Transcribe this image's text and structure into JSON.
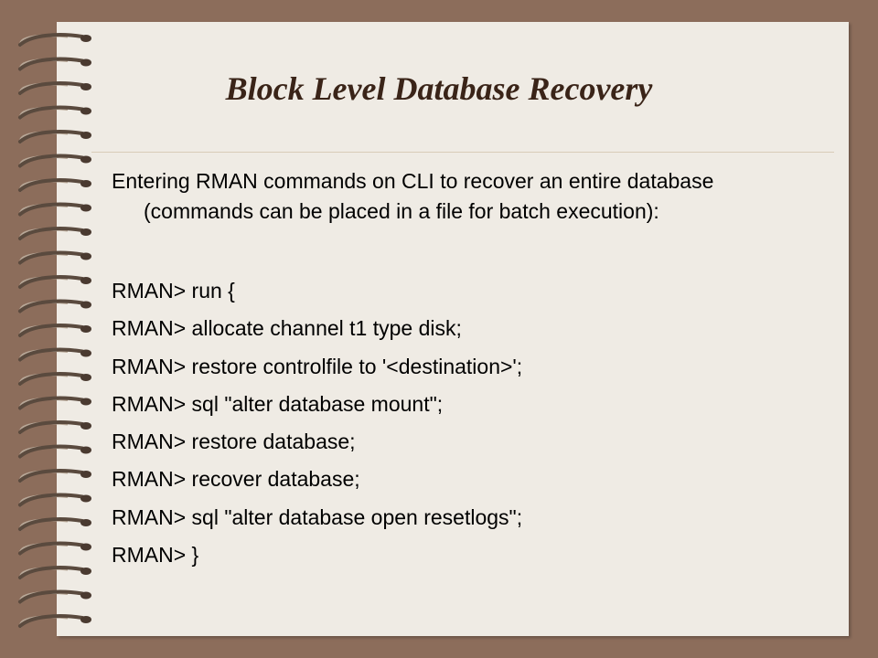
{
  "slide": {
    "title": "Block Level Database Recovery",
    "intro": "Entering RMAN commands on CLI to recover an entire database (commands can be placed in a file for batch execution):",
    "commands": [
      "RMAN> run {",
      "RMAN> allocate channel t1 type disk;",
      "RMAN> restore controlfile to '<destination>';",
      "RMAN> sql \"alter database mount\";",
      "RMAN> restore database;",
      "RMAN> recover database;",
      "RMAN> sql \"alter database open resetlogs\";",
      "RMAN> }"
    ]
  },
  "colors": {
    "background": "#8c6d5b",
    "page": "#efebe4",
    "title": "#3a2418",
    "spiral": "#5a4a3e"
  },
  "icons": [
    "spiral-binding-icon"
  ]
}
